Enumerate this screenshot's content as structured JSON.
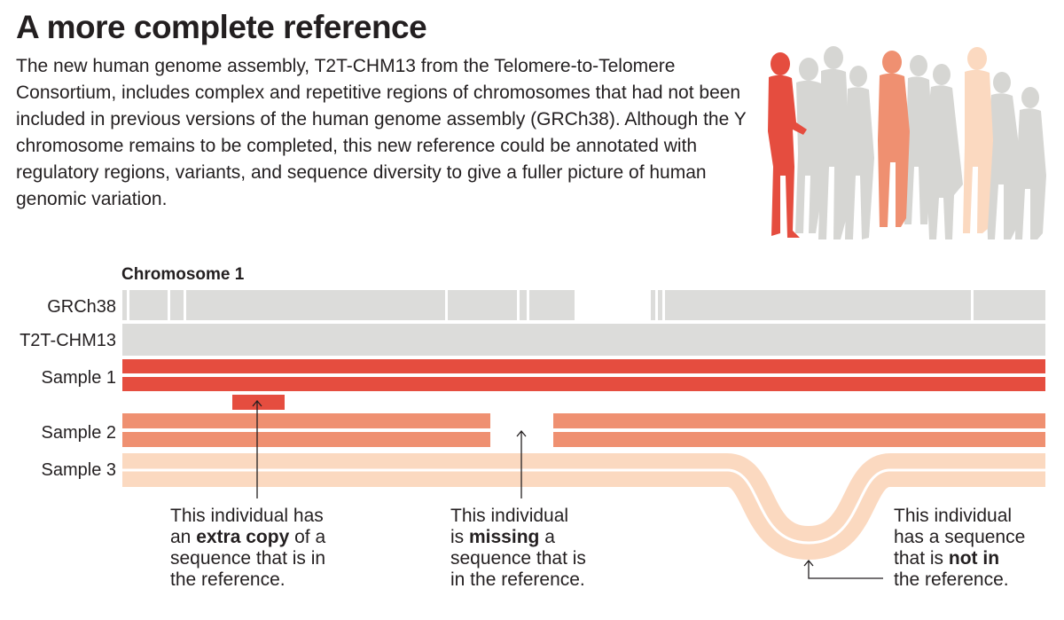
{
  "header": {
    "title": "A more complete reference",
    "intro": "The new human genome assembly, T2T-CHM13 from the Telomere-to-Telomere Consortium, includes complex and repetitive regions of chromosomes that had not been included in previous versions of the human genome assembly (GRCh38). Although the Y chromosome remains to be completed, this new reference could be annotated with regulatory regions, variants, and sequence diversity to give a fuller picture of human genomic variation."
  },
  "illustration": {
    "icon": "crowd-of-people-illustration"
  },
  "diagram": {
    "chromosome_label": "Chromosome 1",
    "rows": {
      "grch38": "GRCh38",
      "t2t": "T2T-CHM13",
      "sample1": "Sample 1",
      "sample2": "Sample 2",
      "sample3": "Sample 3"
    },
    "colors": {
      "reference": "#dcdcda",
      "sample1": "#e54d3f",
      "sample2": "#ef9071",
      "sample3": "#fbd9c0",
      "gap": "#ffffff"
    }
  },
  "annotations": {
    "extra_copy": {
      "line1": "This individual has",
      "line2_before": "an ",
      "line2_bold": "extra copy",
      "line2_after": " of a",
      "line3": "sequence that is in",
      "line4": "the reference."
    },
    "missing": {
      "line1": "This individual",
      "line2_before": "is ",
      "line2_bold": "missing",
      "line2_after": " a",
      "line3": "sequence that is",
      "line4": "in the reference."
    },
    "not_in": {
      "line1": "This individual",
      "line2": "has a sequence",
      "line3_before": "that is ",
      "line3_bold": "not in",
      "line4": "the reference."
    }
  }
}
